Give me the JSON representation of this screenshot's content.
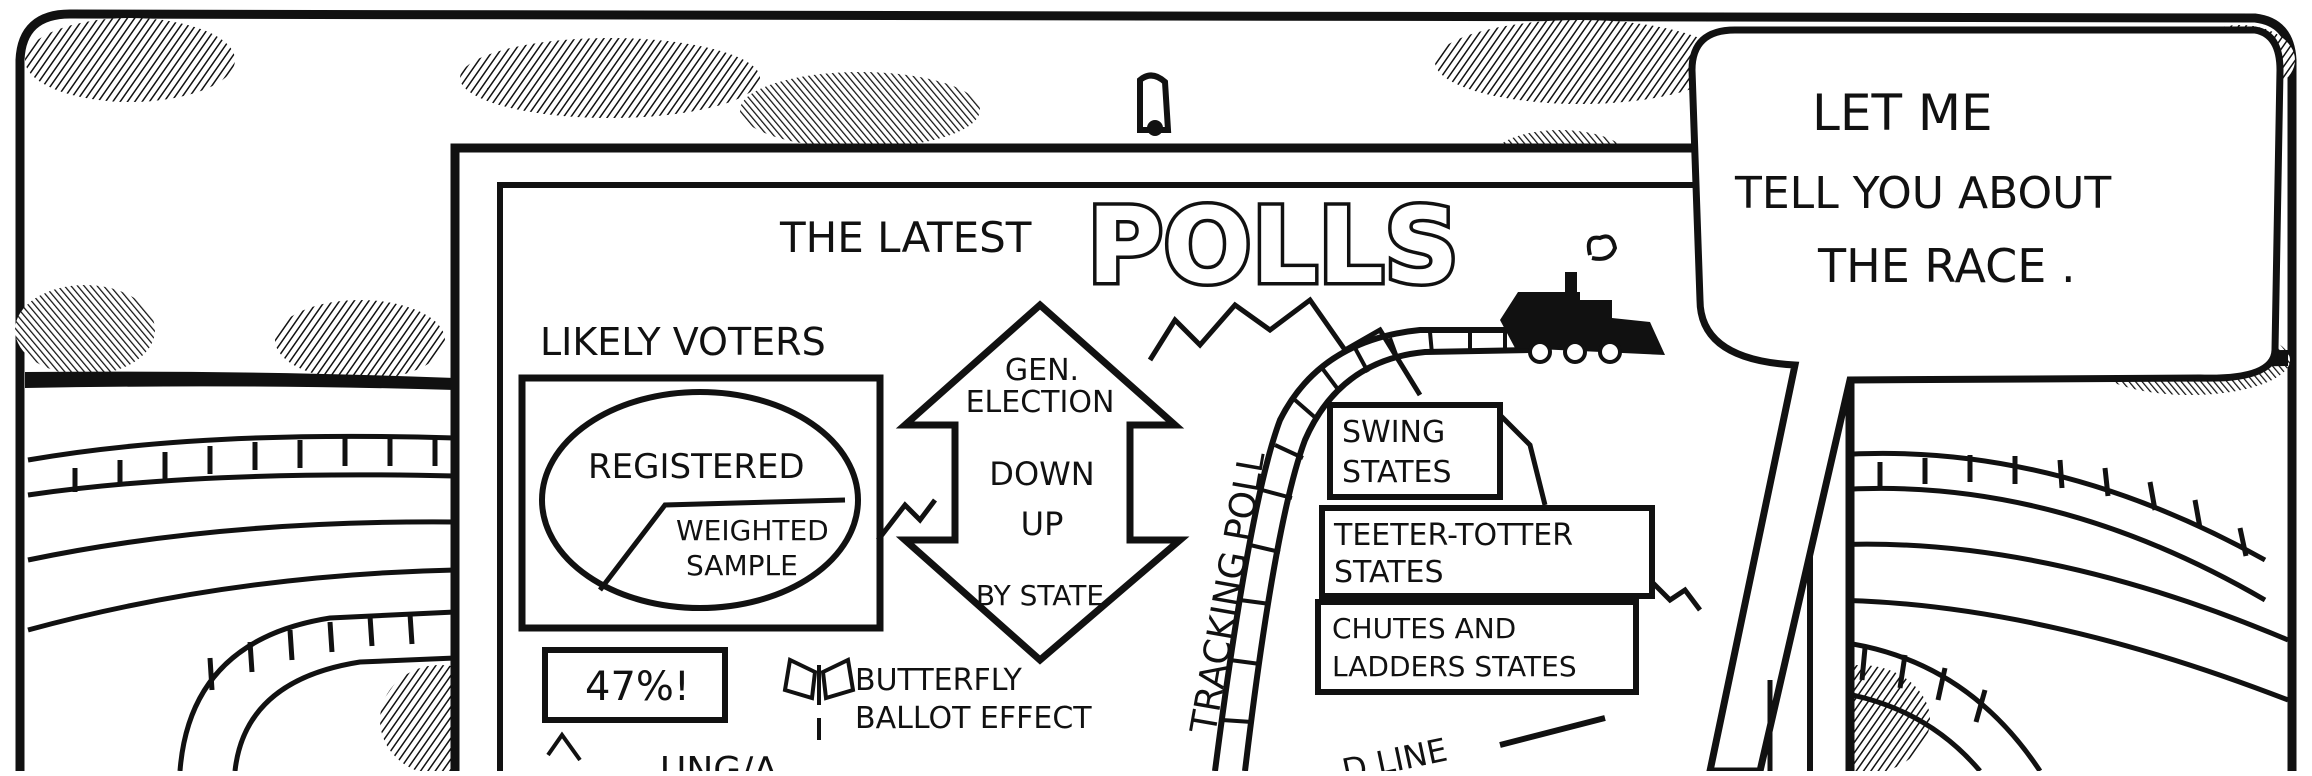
{
  "colors": {
    "ink": "#111111",
    "paper": "#ffffff"
  },
  "billboard": {
    "title_small": "THE LATEST",
    "title_big": "POLLS",
    "likely_voters": "LIKELY VOTERS",
    "registered": "REGISTERED",
    "weighted_1": "WEIGHTED",
    "weighted_2": "SAMPLE",
    "arrow_1": "GEN.",
    "arrow_2": "ELECTION",
    "arrow_3": "DOWN",
    "arrow_4": "UP",
    "arrow_5": "BY STATE",
    "tracking_poll": "TRACKING POLL",
    "swing_1": "SWING",
    "swing_2": "STATES",
    "teeter_1": "TEETER-TOTTER",
    "teeter_2": "STATES",
    "chutes_1": "CHUTES AND",
    "chutes_2": "LADDERS STATES",
    "percent": "47%!",
    "butterfly_1": "BUTTERFLY",
    "butterfly_2": "BALLOT EFFECT",
    "cut_left": "UNG/A",
    "cut_right": "D LINE"
  },
  "speech": {
    "line_1": "LET ME",
    "line_2": "TELL YOU ABOUT",
    "line_3": "THE RACE ."
  }
}
